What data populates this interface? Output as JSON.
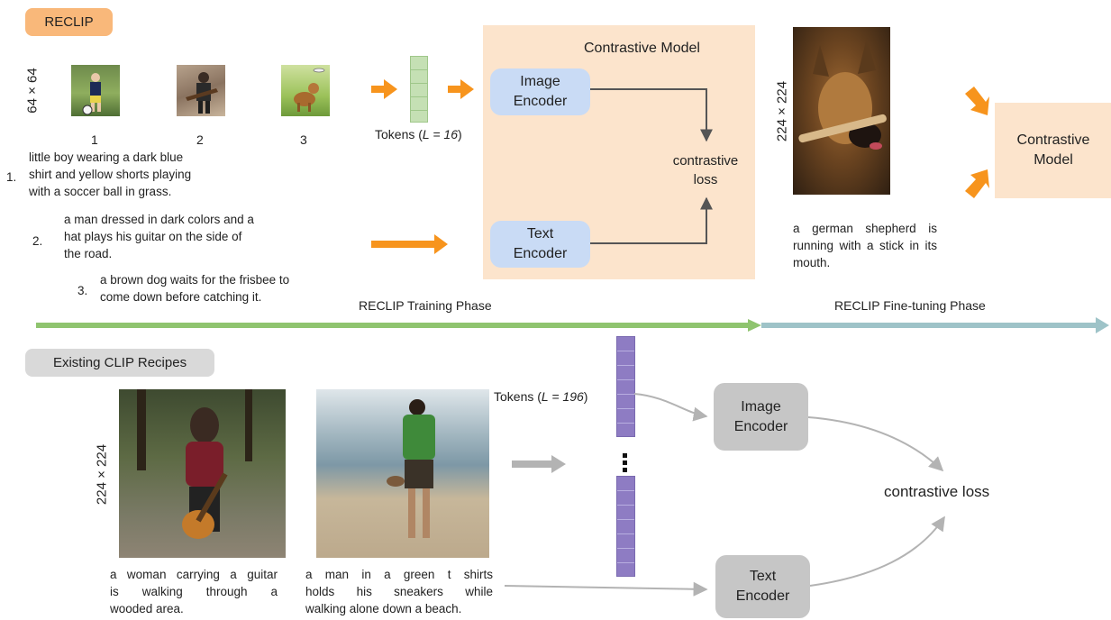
{
  "reclip_badge": "RECLIP",
  "existing_badge": "Existing CLIP Recipes",
  "top": {
    "resolution_label": "64 × 64",
    "thumbnails": [
      {
        "number": "1",
        "icon": "boy-soccer-photo"
      },
      {
        "number": "2",
        "icon": "man-guitar-photo"
      },
      {
        "number": "3",
        "icon": "dog-frisbee-photo"
      }
    ],
    "captions": [
      {
        "number": "1.",
        "lines": [
          "little boy wearing a dark blue",
          "shirt and yellow shorts playing",
          "with a soccer ball in grass."
        ]
      },
      {
        "number": "2.",
        "lines": [
          "a man dressed in dark colors and a",
          "hat plays his guitar on the side of",
          "the road."
        ]
      },
      {
        "number": "3.",
        "lines": [
          "a brown dog waits for the frisbee to",
          "come down before catching it."
        ]
      }
    ],
    "tokens_prefix": "Tokens (",
    "tokens_var": "L = 16",
    "tokens_suffix": ")",
    "contrastive_model_title": "Contrastive Model",
    "image_encoder": [
      "Image",
      "Encoder"
    ],
    "text_encoder": [
      "Text",
      "Encoder"
    ],
    "contrastive_loss": [
      "contrastive",
      "loss"
    ],
    "finetune_resolution": "224 × 224",
    "finetune_caption": [
      "a german shepherd is",
      "running with a stick in its",
      "mouth."
    ],
    "finetune_model": [
      "Contrastive",
      "Model"
    ]
  },
  "phases": {
    "training": "RECLIP Training Phase",
    "finetuning": "RECLIP Fine-tuning Phase"
  },
  "bottom": {
    "resolution_label": "224 × 224",
    "captions": [
      [
        "a woman carrying a guitar",
        "is walking through a",
        "wooded area."
      ],
      [
        "a man in a green t shirts",
        "holds his sneakers while",
        "walking alone down a beach."
      ]
    ],
    "tokens_prefix": "Tokens (",
    "tokens_var": "L = 196",
    "tokens_suffix": ")",
    "image_encoder": [
      "Image",
      "Encoder"
    ],
    "text_encoder": [
      "Text",
      "Encoder"
    ],
    "contrastive_loss": "contrastive loss"
  },
  "colors": {
    "reclip_badge": "#f9b87a",
    "existing_badge": "#d9d9d9",
    "model_panel": "#fce4cc",
    "encoder_blue": "#c9dbf5",
    "encoder_grey": "#c6c6c6",
    "arrow_orange": "#f7941d",
    "token_green": "#c5e0b4",
    "token_purple": "#8e7cc3",
    "phase_green": "#8fc46f",
    "phase_teal": "#9ec3c8"
  }
}
